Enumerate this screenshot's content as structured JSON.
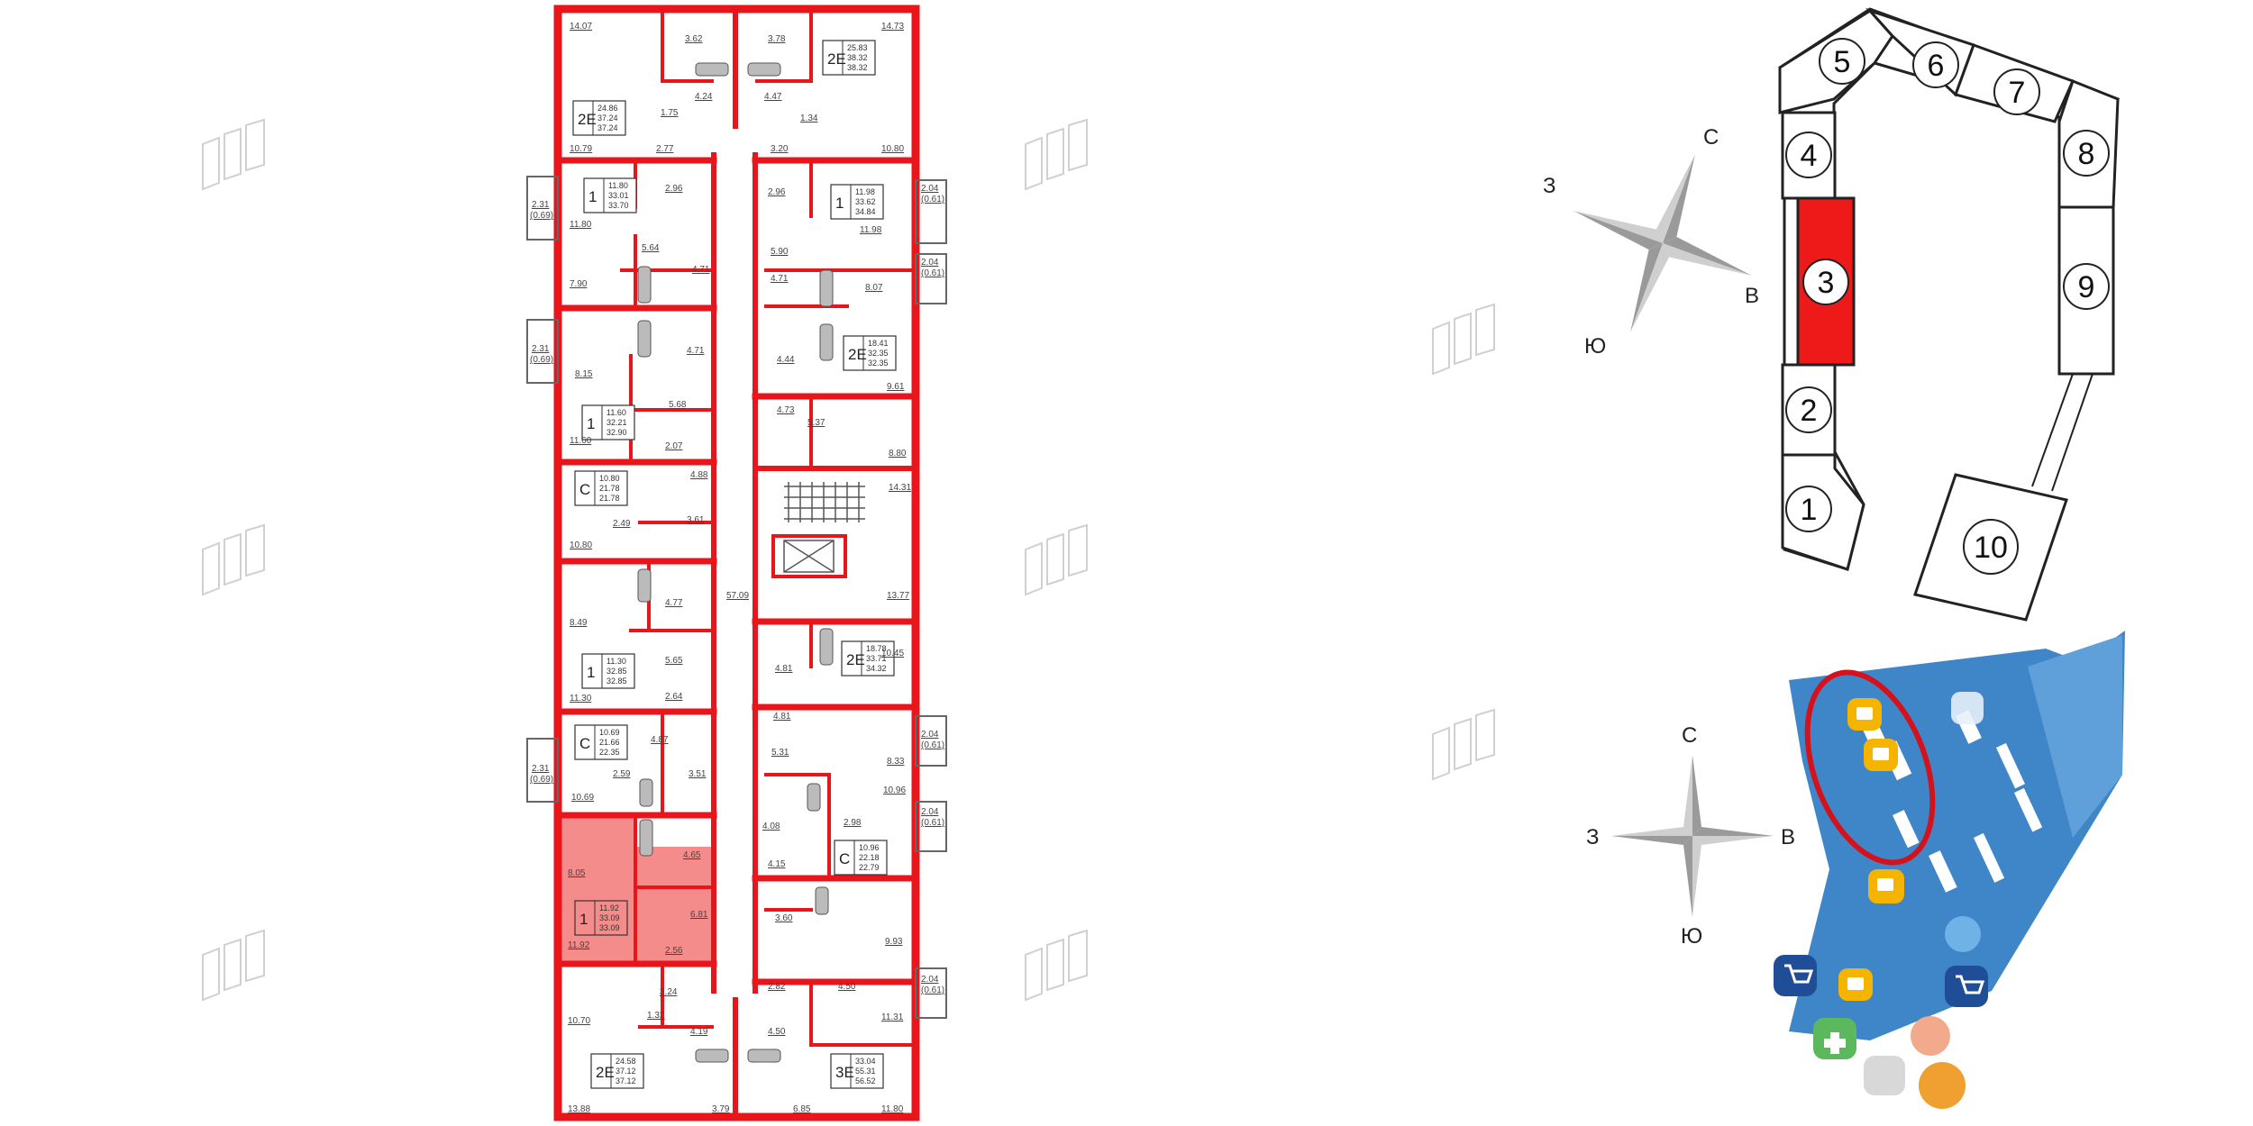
{
  "colors": {
    "wall": "#e8161b",
    "selected_fill": "#f58c8c",
    "selected_building": "#ee1a1a",
    "map_blue": "#3f86c9",
    "highlight_ring": "#d4121c"
  },
  "floor_plan": {
    "apartments": [
      {
        "type": "2Е",
        "areas": [
          "24.86",
          "37.24",
          "37.24"
        ],
        "selected": false
      },
      {
        "type": "2Е",
        "areas": [
          "25.83",
          "38.32",
          "38.32"
        ],
        "selected": false
      },
      {
        "type": "1",
        "areas": [
          "11.80",
          "33.01",
          "33.70"
        ],
        "selected": false
      },
      {
        "type": "1",
        "areas": [
          "11.98",
          "33.62",
          "34.84"
        ],
        "selected": false
      },
      {
        "type": "2Е",
        "areas": [
          "18.41",
          "32.35",
          "32.35"
        ],
        "selected": false
      },
      {
        "type": "1",
        "areas": [
          "11.60",
          "32.21",
          "32.90"
        ],
        "selected": false
      },
      {
        "type": "С",
        "areas": [
          "10.80",
          "21.78",
          "21.78"
        ],
        "selected": false
      },
      {
        "type": "2Е",
        "areas": [
          "18.78",
          "33.71",
          "34.32"
        ],
        "selected": false
      },
      {
        "type": "1",
        "areas": [
          "11.30",
          "32.85",
          "32.85"
        ],
        "selected": false
      },
      {
        "type": "С",
        "areas": [
          "10.69",
          "21.66",
          "22.35"
        ],
        "selected": false
      },
      {
        "type": "С",
        "areas": [
          "10.96",
          "22.18",
          "22.79"
        ],
        "selected": false
      },
      {
        "type": "1",
        "areas": [
          "11.92",
          "33.09",
          "33.09"
        ],
        "selected": true
      },
      {
        "type": "2Е",
        "areas": [
          "24.58",
          "37.12",
          "37.12"
        ],
        "selected": false
      },
      {
        "type": "3Е",
        "areas": [
          "33.04",
          "55.31",
          "56.52"
        ],
        "selected": false
      }
    ],
    "room_labels": [
      "14.07",
      "3.62",
      "3.78",
      "14.73",
      "4.24",
      "4.47",
      "1.75",
      "1.34",
      "10.79",
      "2.77",
      "3.20",
      "10.80",
      "2.96",
      "2.96",
      "2.31",
      "(0.69)",
      "2.04",
      "(0.61)",
      "11.80",
      "11.98",
      "5.64",
      "4.71",
      "5.90",
      "7.90",
      "4.71",
      "2.04",
      "(0.61)",
      "8.07",
      "2.31",
      "(0.69)",
      "4.71",
      "4.44",
      "8.15",
      "9.61",
      "5.68",
      "4.73",
      "5.37",
      "11.60",
      "2.07",
      "8.80",
      "4.88",
      "14.31",
      "2.49",
      "3.61",
      "10.80",
      "4.77",
      "57.09",
      "13.77",
      "8.49",
      "5.65",
      "4.81",
      "2.64",
      "10.45",
      "11.30",
      "4.81",
      "2.04",
      "(0.61)",
      "4.87",
      "5.31",
      "8.33",
      "2.59",
      "3.51",
      "2.31",
      "(0.69)",
      "10.69",
      "10.96",
      "4.08",
      "2.98",
      "2.04",
      "(0.61)",
      "8.05",
      "4.65",
      "4.15",
      "6.81",
      "3.60",
      "9.93",
      "11.92",
      "2.56",
      "3.24",
      "2.82",
      "4.50",
      "2.04",
      "(0.61)",
      "1.32",
      "10.70",
      "4.19",
      "4.50",
      "11.31",
      "13.88",
      "3.79",
      "6.85",
      "11.80"
    ]
  },
  "compass_top": {
    "north": "С",
    "east": "В",
    "south": "Ю",
    "west": "З"
  },
  "compass_bottom": {
    "north": "С",
    "east": "В",
    "south": "Ю",
    "west": "З"
  },
  "site_plan": {
    "buildings": [
      "1",
      "2",
      "3",
      "4",
      "5",
      "6",
      "7",
      "8",
      "9",
      "10"
    ],
    "selected_building": "3"
  }
}
